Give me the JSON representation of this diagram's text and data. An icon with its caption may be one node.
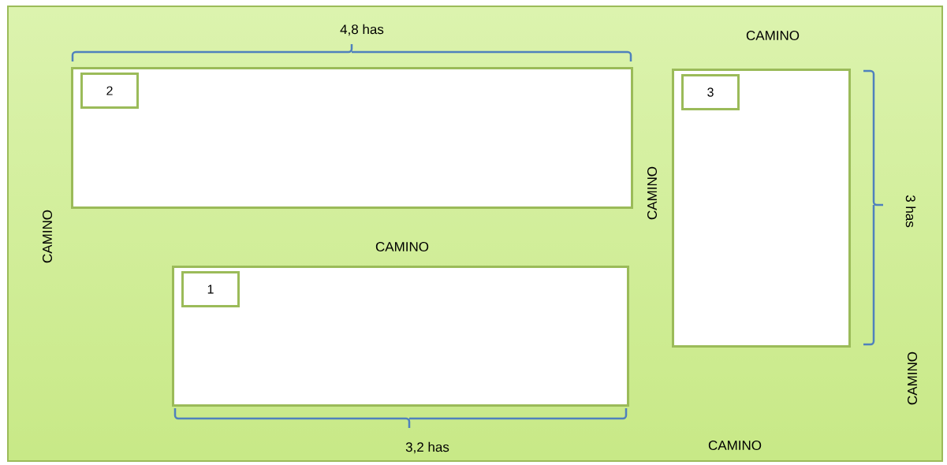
{
  "diagram": {
    "nodes": [
      {
        "text": [],
        "shape": "box"
      },
      {
        "text": [
          "2"
        ],
        "in": 0
      },
      {
        "text": [],
        "shape": "box"
      },
      {
        "text": [
          "3"
        ],
        "in": 2
      },
      {
        "text": [],
        "shape": "box"
      },
      {
        "text": [
          "1"
        ],
        "in": 4
      }
    ],
    "labels": [
      "4,8 has",
      "CAMINO",
      "CAMINO",
      "3 has",
      "CAMINO",
      "CAMINO",
      "CAMINO",
      "CAMINO",
      "3,2 has"
    ]
  }
}
